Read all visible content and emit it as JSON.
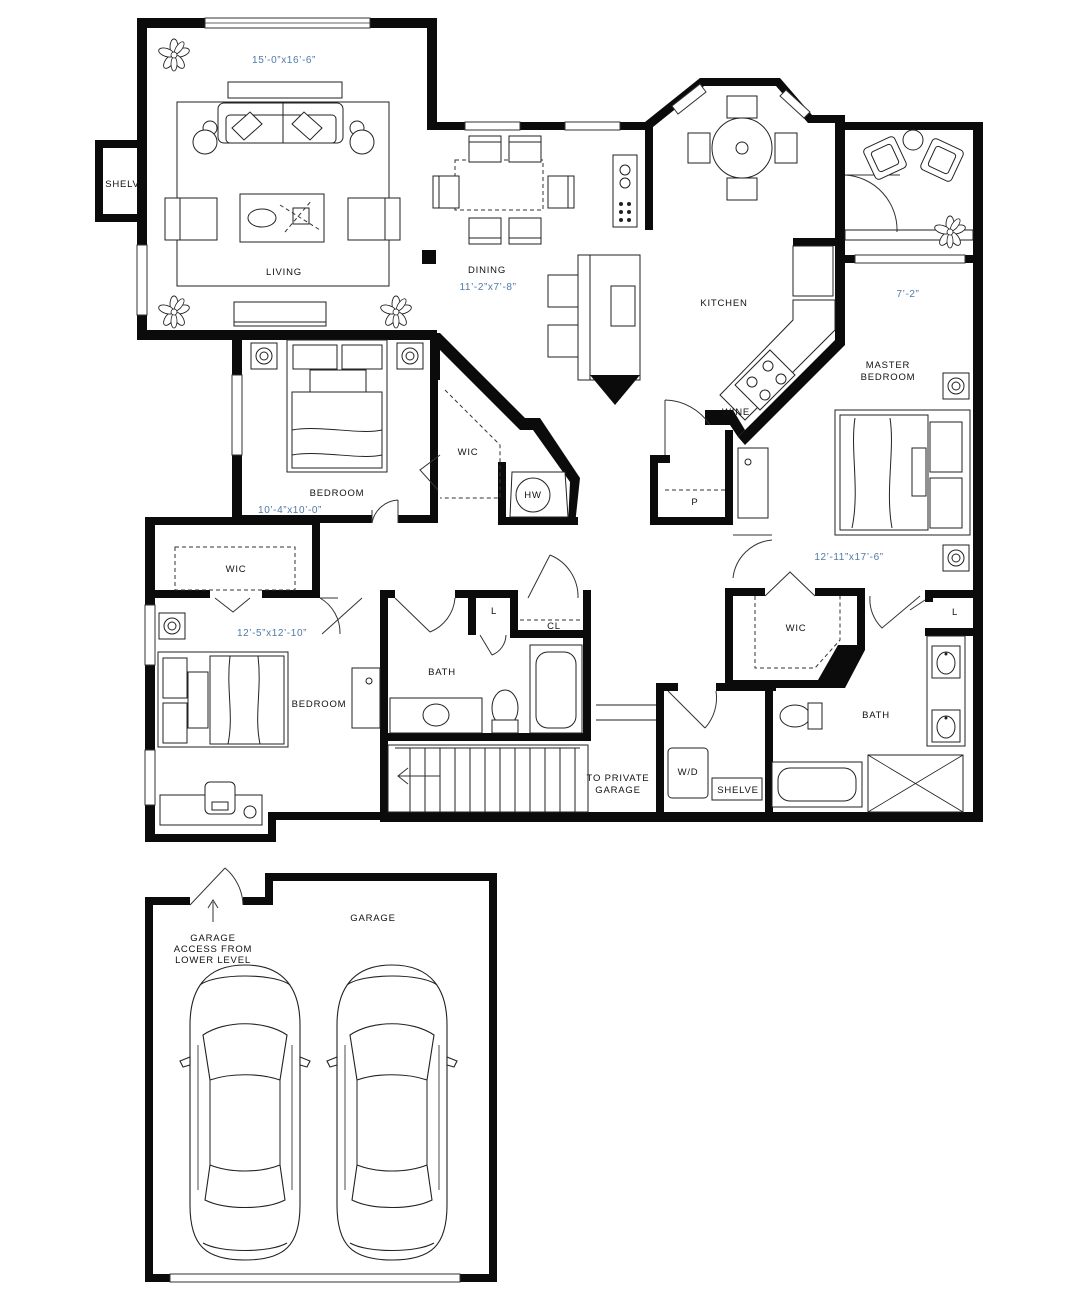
{
  "rooms": {
    "living": {
      "label": "LIVING",
      "dim": "15’-0”x16’-6”"
    },
    "shelve_left": {
      "label": "SHELVE"
    },
    "dining": {
      "label": "DINING",
      "dim": "11’-2”x7’-8”"
    },
    "kitchen": {
      "label": "KITCHEN"
    },
    "wine": {
      "label": "WINE"
    },
    "pantry": {
      "label": "P"
    },
    "master_bedroom": {
      "label_line1": "MASTER",
      "label_line2": "BEDROOM",
      "dim_top": "7’-2”",
      "dim": "12’-11”x17’-6”"
    },
    "bedroom_top": {
      "label": "BEDROOM",
      "dim": "10’-4”x10’-0”"
    },
    "wic_center": {
      "label": "WIC"
    },
    "hw": {
      "label": "HW"
    },
    "wic_left": {
      "label": "WIC"
    },
    "bedroom_left": {
      "label": "BEDROOM",
      "dim": "12’-5”x12’-10”"
    },
    "linen_center": {
      "label": "L"
    },
    "closet_center": {
      "label": "CL"
    },
    "bath_center": {
      "label": "BATH"
    },
    "wic_master": {
      "label": "WIC"
    },
    "linen_master": {
      "label": "L"
    },
    "bath_master": {
      "label": "BATH"
    },
    "wd": {
      "label": "W/D"
    },
    "shelve_laundry": {
      "label": "SHELVE"
    },
    "to_garage": {
      "line1": "TO PRIVATE",
      "line2": "GARAGE"
    },
    "garage": {
      "label": "GARAGE"
    },
    "garage_access": {
      "line1": "GARAGE",
      "line2": "ACCESS FROM",
      "line3": "LOWER LEVEL"
    }
  },
  "colors": {
    "wall": "#0b0b0b",
    "dimension_text": "#4f7aa6",
    "label_text": "#111111"
  },
  "icons": [
    "plant-icon",
    "sofa-icon",
    "armchair-icon",
    "table-icon",
    "bed-icon",
    "car-icon",
    "toilet-icon",
    "sink-icon",
    "tub-icon",
    "stove-icon",
    "nightstand-icon",
    "desk-icon"
  ]
}
